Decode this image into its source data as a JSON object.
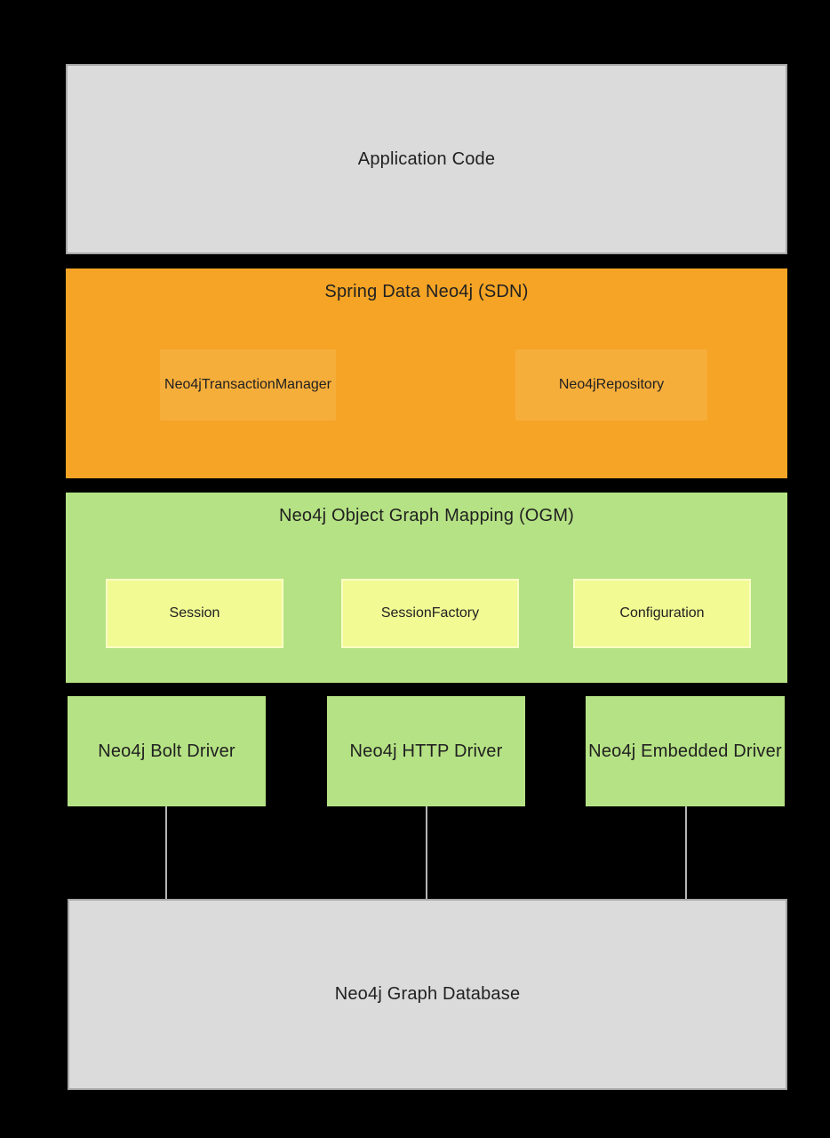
{
  "colors": {
    "canvas_bg": "#000000",
    "gray_fill": "#dbdbdb",
    "gray_border": "#a8a8a8",
    "orange_fill": "#f5a425",
    "orange_inner_fill": "#f6ae3b",
    "green_fill": "#b5e284",
    "yellow_fill": "#f1fa93",
    "yellow_border": "#fbfdc5",
    "connector_color": "#b5b5b5",
    "text_color": "#212121"
  },
  "diagram": {
    "application": {
      "label": "Application Code"
    },
    "sdn": {
      "title": "Spring Data Neo4j (SDN)",
      "components": [
        {
          "label": "Neo4jTransactionManager"
        },
        {
          "label": "Neo4jRepository"
        }
      ]
    },
    "ogm": {
      "title": "Neo4j Object Graph Mapping (OGM)",
      "components": [
        {
          "label": "Session"
        },
        {
          "label": "SessionFactory"
        },
        {
          "label": "Configuration"
        }
      ]
    },
    "drivers": [
      {
        "label": "Neo4j Bolt Driver"
      },
      {
        "label": "Neo4j HTTP Driver"
      },
      {
        "label": "Neo4j Embedded Driver"
      }
    ],
    "database": {
      "label": "Neo4j Graph Database"
    }
  }
}
